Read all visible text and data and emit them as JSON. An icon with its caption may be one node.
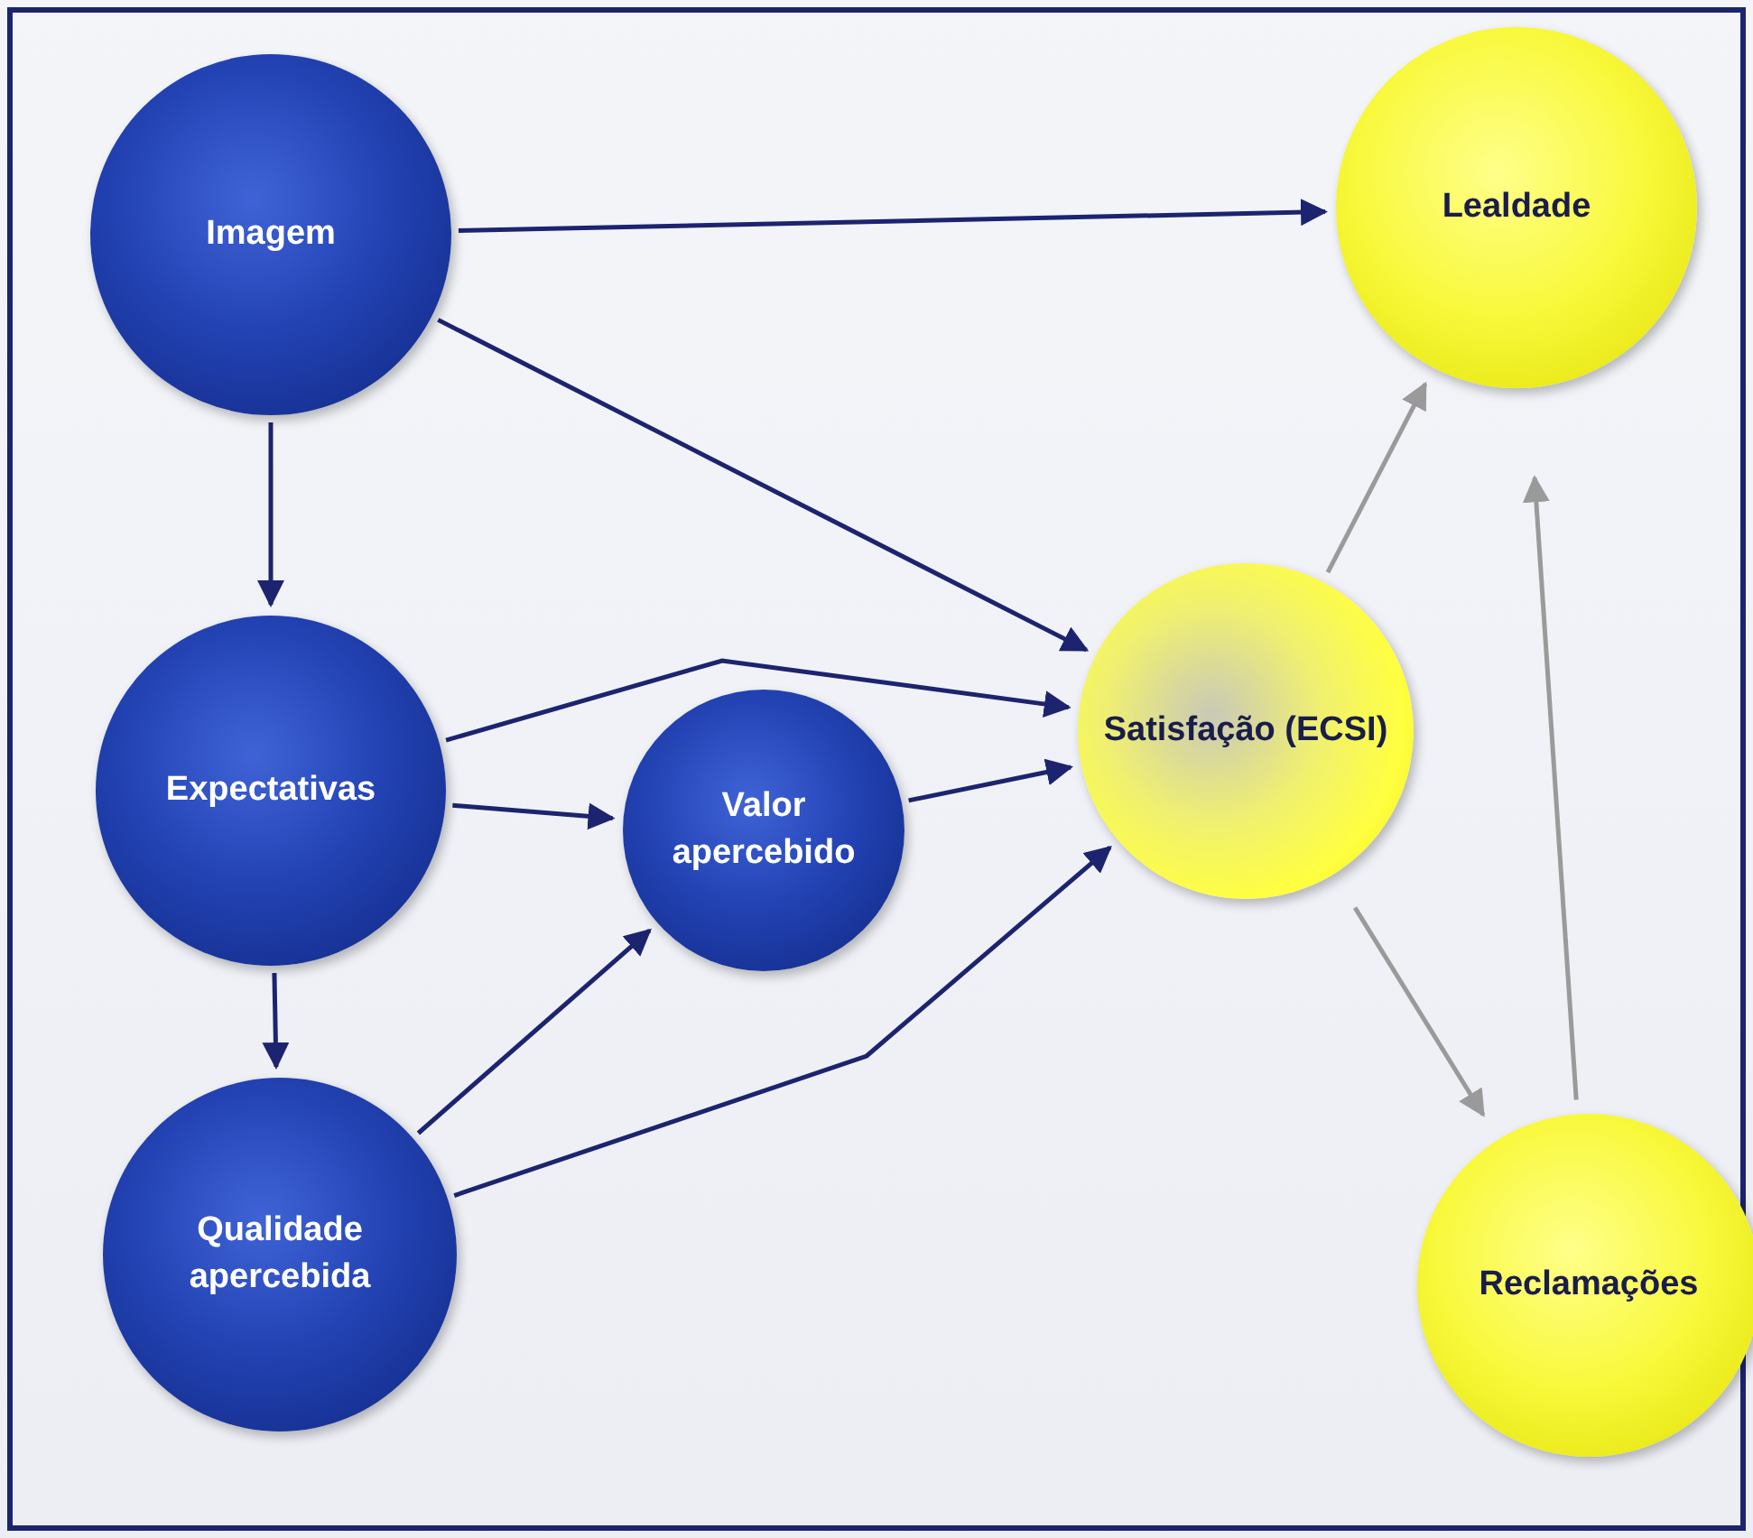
{
  "diagram": {
    "nodes": [
      {
        "text": [
          "Imagem"
        ]
      },
      {
        "text": [
          "Lealdade"
        ]
      },
      {
        "text": [
          "Expectativas"
        ]
      },
      {
        "text": [
          "Valor apercebido"
        ]
      },
      {
        "text": [
          "Satisfação (ECSI)"
        ]
      },
      {
        "text": [
          "Qualidade apercebida"
        ]
      },
      {
        "text": [
          "Reclamações"
        ]
      }
    ],
    "edges": [
      {
        "from": 0,
        "to": 1,
        "arrow": "to"
      },
      {
        "from": 0,
        "to": 4,
        "arrow": "to"
      },
      {
        "from": 0,
        "to": 2,
        "arrow": "to"
      },
      {
        "from": 2,
        "to": 4,
        "arrow": "to"
      },
      {
        "from": 2,
        "to": 3,
        "arrow": "to"
      },
      {
        "from": 3,
        "to": 4,
        "arrow": "to"
      },
      {
        "from": 2,
        "to": 5,
        "arrow": "to"
      },
      {
        "from": 5,
        "to": 3,
        "arrow": "to"
      },
      {
        "from": 5,
        "to": 4,
        "arrow": "to"
      },
      {
        "from": 4,
        "to": 1,
        "arrow": "to",
        "color": "#9a9a9a"
      },
      {
        "from": 4,
        "to": 6,
        "arrow": "to",
        "color": "#9a9a9a"
      },
      {
        "from": 6,
        "to": 1,
        "arrow": "to",
        "color": "#9a9a9a"
      }
    ]
  }
}
